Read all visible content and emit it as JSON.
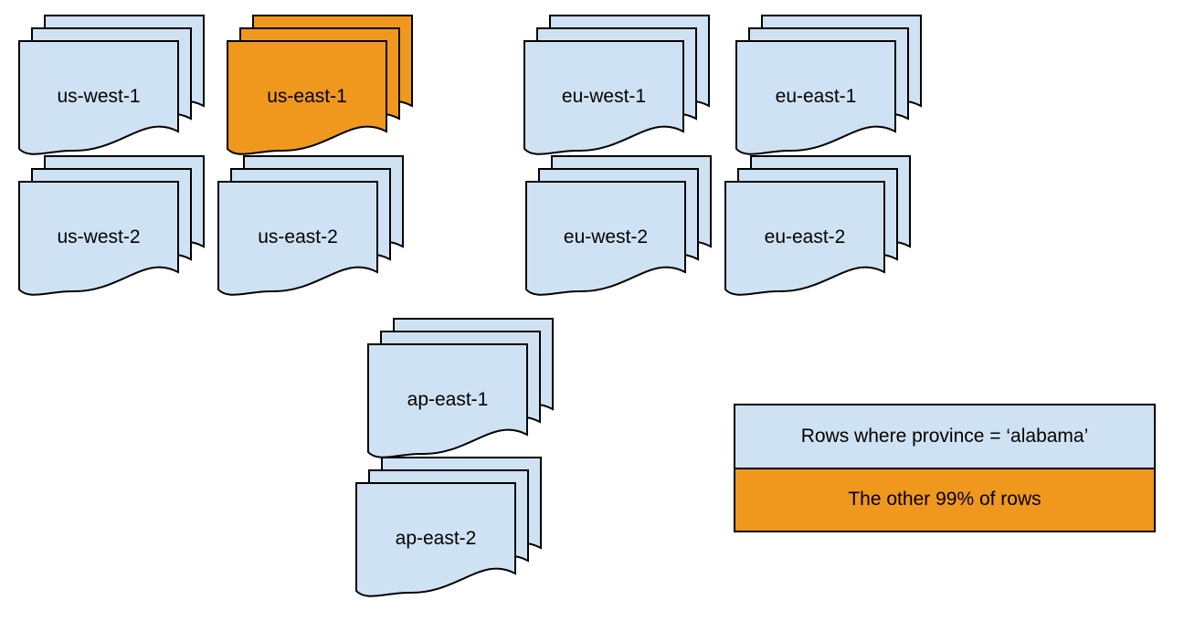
{
  "diagram": {
    "background": "#ffffff",
    "stroke_color": "#000000",
    "region_fill_blue": "#cfe2f3",
    "highlight_fill_orange": "#f0981e"
  },
  "stacks": [
    {
      "label": "us-west-1",
      "color": "#cfe2f3"
    },
    {
      "label": "us-east-1",
      "color": "#f0981e"
    },
    {
      "label": "eu-west-1",
      "color": "#cfe2f3"
    },
    {
      "label": "eu-east-1",
      "color": "#cfe2f3"
    },
    {
      "label": "us-west-2",
      "color": "#cfe2f3"
    },
    {
      "label": "us-east-2",
      "color": "#cfe2f3"
    },
    {
      "label": "eu-west-2",
      "color": "#cfe2f3"
    },
    {
      "label": "eu-east-2",
      "color": "#cfe2f3"
    },
    {
      "label": "ap-east-1",
      "color": "#cfe2f3"
    },
    {
      "label": "ap-east-2",
      "color": "#cfe2f3"
    }
  ],
  "legend": {
    "items": [
      {
        "label": "Rows where province = ‘alabama’",
        "color": "#cfe2f3"
      },
      {
        "label": "The other 99% of rows",
        "color": "#f0981e"
      }
    ]
  }
}
